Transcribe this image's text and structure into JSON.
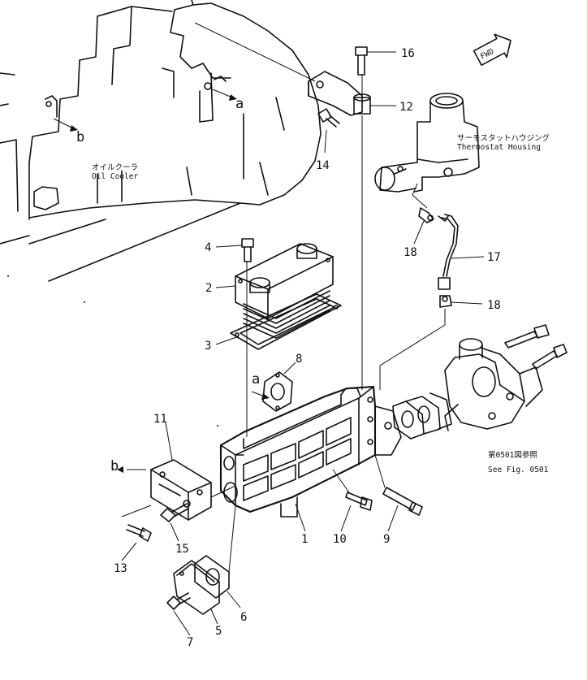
{
  "callouts": [
    {
      "id": "c1",
      "text": "1"
    },
    {
      "id": "c2",
      "text": "2"
    },
    {
      "id": "c3",
      "text": "3"
    },
    {
      "id": "c4",
      "text": "4"
    },
    {
      "id": "c5",
      "text": "5"
    },
    {
      "id": "c6",
      "text": "6"
    },
    {
      "id": "c7",
      "text": "7"
    },
    {
      "id": "c8",
      "text": "8"
    },
    {
      "id": "c9",
      "text": "9"
    },
    {
      "id": "c10",
      "text": "10"
    },
    {
      "id": "c11",
      "text": "11"
    },
    {
      "id": "c12",
      "text": "12"
    },
    {
      "id": "c13",
      "text": "13"
    },
    {
      "id": "c14",
      "text": "14"
    },
    {
      "id": "c15",
      "text": "15"
    },
    {
      "id": "c16",
      "text": "16"
    },
    {
      "id": "c17",
      "text": "17"
    },
    {
      "id": "c18a",
      "text": "18"
    },
    {
      "id": "c18b",
      "text": "18"
    }
  ],
  "labels": {
    "oil_cooler_jp": "オイルクーラ",
    "oil_cooler_en": "Oil Cooler",
    "thermostat_jp": "サーモスタットハウジング",
    "thermostat_en": "Thermostat Housing",
    "see_fig_jp": "第0501図参照",
    "see_fig_en": "See Fig. 0501",
    "fwd": "FWD"
  },
  "refs": {
    "a_top": "a",
    "a_mid": "a",
    "b_top": "b",
    "b_mid": "b"
  }
}
